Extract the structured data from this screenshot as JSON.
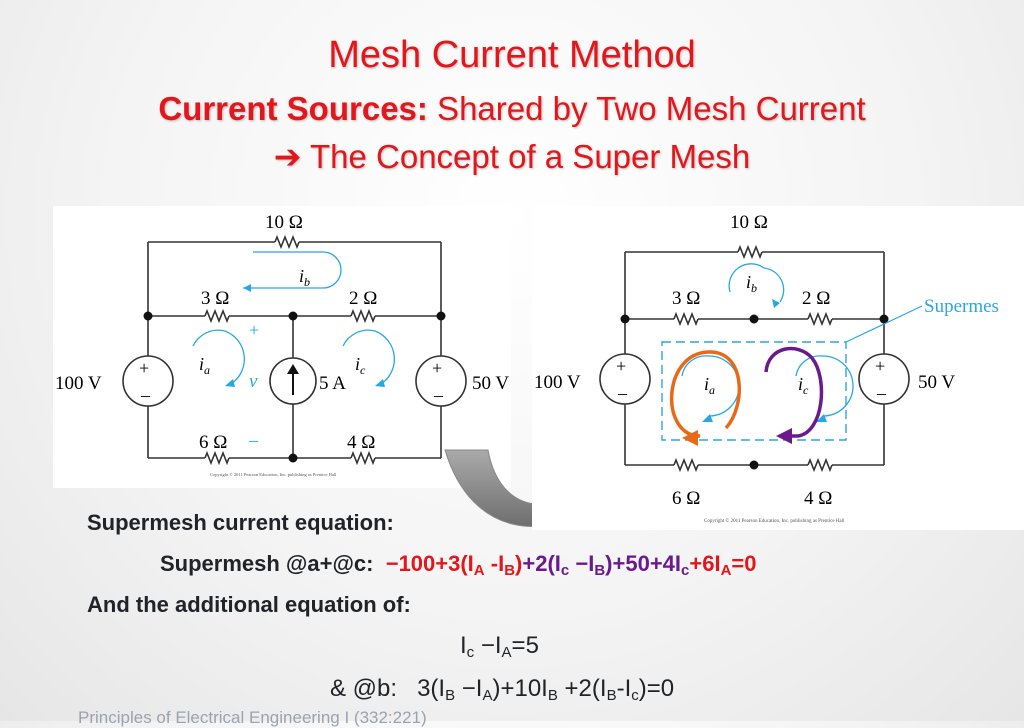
{
  "title": {
    "line1": "Mesh Current Method",
    "line2_bold": "Current Sources:",
    "line2_rest": " Shared by Two Mesh Current",
    "line3_arrow": "➔",
    "line3_text": " The Concept of a Super Mesh"
  },
  "left_circuit": {
    "r_top": "10 Ω",
    "r_top_left": "3 Ω",
    "r_top_right": "2 Ω",
    "r_bot_left": "6 Ω",
    "r_bot_right": "4 Ω",
    "src_left": "100 V",
    "src_right": "50 V",
    "src_mid": "5 A",
    "v_label": "v",
    "mesh_b": "i",
    "mesh_b_sub": "b",
    "mesh_a": "i",
    "mesh_a_sub": "a",
    "mesh_c": "i",
    "mesh_c_sub": "c",
    "plus": "+",
    "minus": "–",
    "copyright": "Copyright © 2011 Pearson Education, Inc. publishing as Prentice Hall"
  },
  "right_circuit": {
    "r_top": "10 Ω",
    "r_top_left": "3 Ω",
    "r_top_right": "2 Ω",
    "r_bot_left": "6 Ω",
    "r_bot_right": "4 Ω",
    "src_left": "100 V",
    "src_right": "50 V",
    "mesh_b": "i",
    "mesh_b_sub": "b",
    "mesh_a": "i",
    "mesh_a_sub": "a",
    "mesh_c": "i",
    "mesh_c_sub": "c",
    "supermesh_label": "Supermes",
    "plus": "+",
    "minus": "–",
    "copyright": "Copyright © 2011 Pearson Education, Inc. publishing as Prentice Hall"
  },
  "colors": {
    "title_red": "#e2161b",
    "mesh_blue": "#29a8e0",
    "orange": "#e66a18",
    "purple": "#6a1a8c",
    "arrow_gray": "#8a8a8a"
  },
  "equations": {
    "heading1": "Supermesh current equation:",
    "sm_label": "Supermesh @a+@c:",
    "heading2": "And the additional equation of:",
    "eq_c": "c",
    "eq_a": "A",
    "eq_b": "B",
    "eq_amp": "& @b:"
  },
  "footer": "Principles of Electrical Engineering I (332:221)"
}
